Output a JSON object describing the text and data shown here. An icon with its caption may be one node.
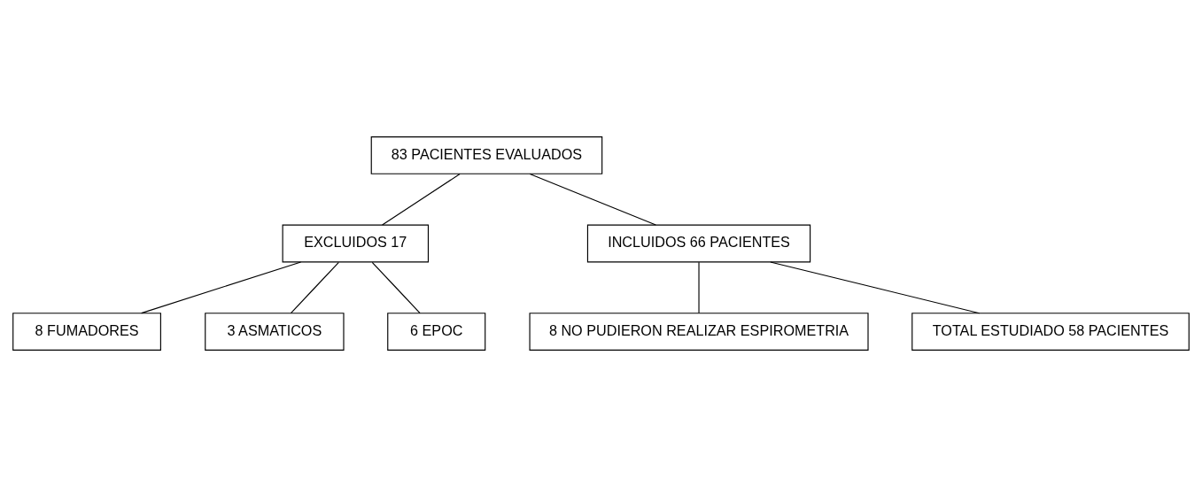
{
  "diagram": {
    "nodes": [
      {
        "text": [
          "83 PACIENTES EVALUADOS"
        ]
      },
      {
        "text": [
          "EXCLUIDOS 17"
        ]
      },
      {
        "text": [
          "INCLUIDOS 66 PACIENTES"
        ]
      },
      {
        "text": [
          "8 FUMADORES"
        ]
      },
      {
        "text": [
          "3 ASMATICOS"
        ]
      },
      {
        "text": [
          "6 EPOC"
        ]
      },
      {
        "text": [
          "8 NO PUDIERON REALIZAR ESPIROMETRIA"
        ]
      },
      {
        "text": [
          "TOTAL ESTUDIADO 58 PACIENTES"
        ]
      }
    ],
    "edges": [
      {
        "from": 0,
        "to": 1,
        "arrow": "none"
      },
      {
        "from": 0,
        "to": 2,
        "arrow": "none"
      },
      {
        "from": 1,
        "to": 3,
        "arrow": "none"
      },
      {
        "from": 1,
        "to": 4,
        "arrow": "none"
      },
      {
        "from": 1,
        "to": 5,
        "arrow": "none"
      },
      {
        "from": 2,
        "to": 6,
        "arrow": "none"
      },
      {
        "from": 2,
        "to": 7,
        "arrow": "none"
      }
    ]
  }
}
